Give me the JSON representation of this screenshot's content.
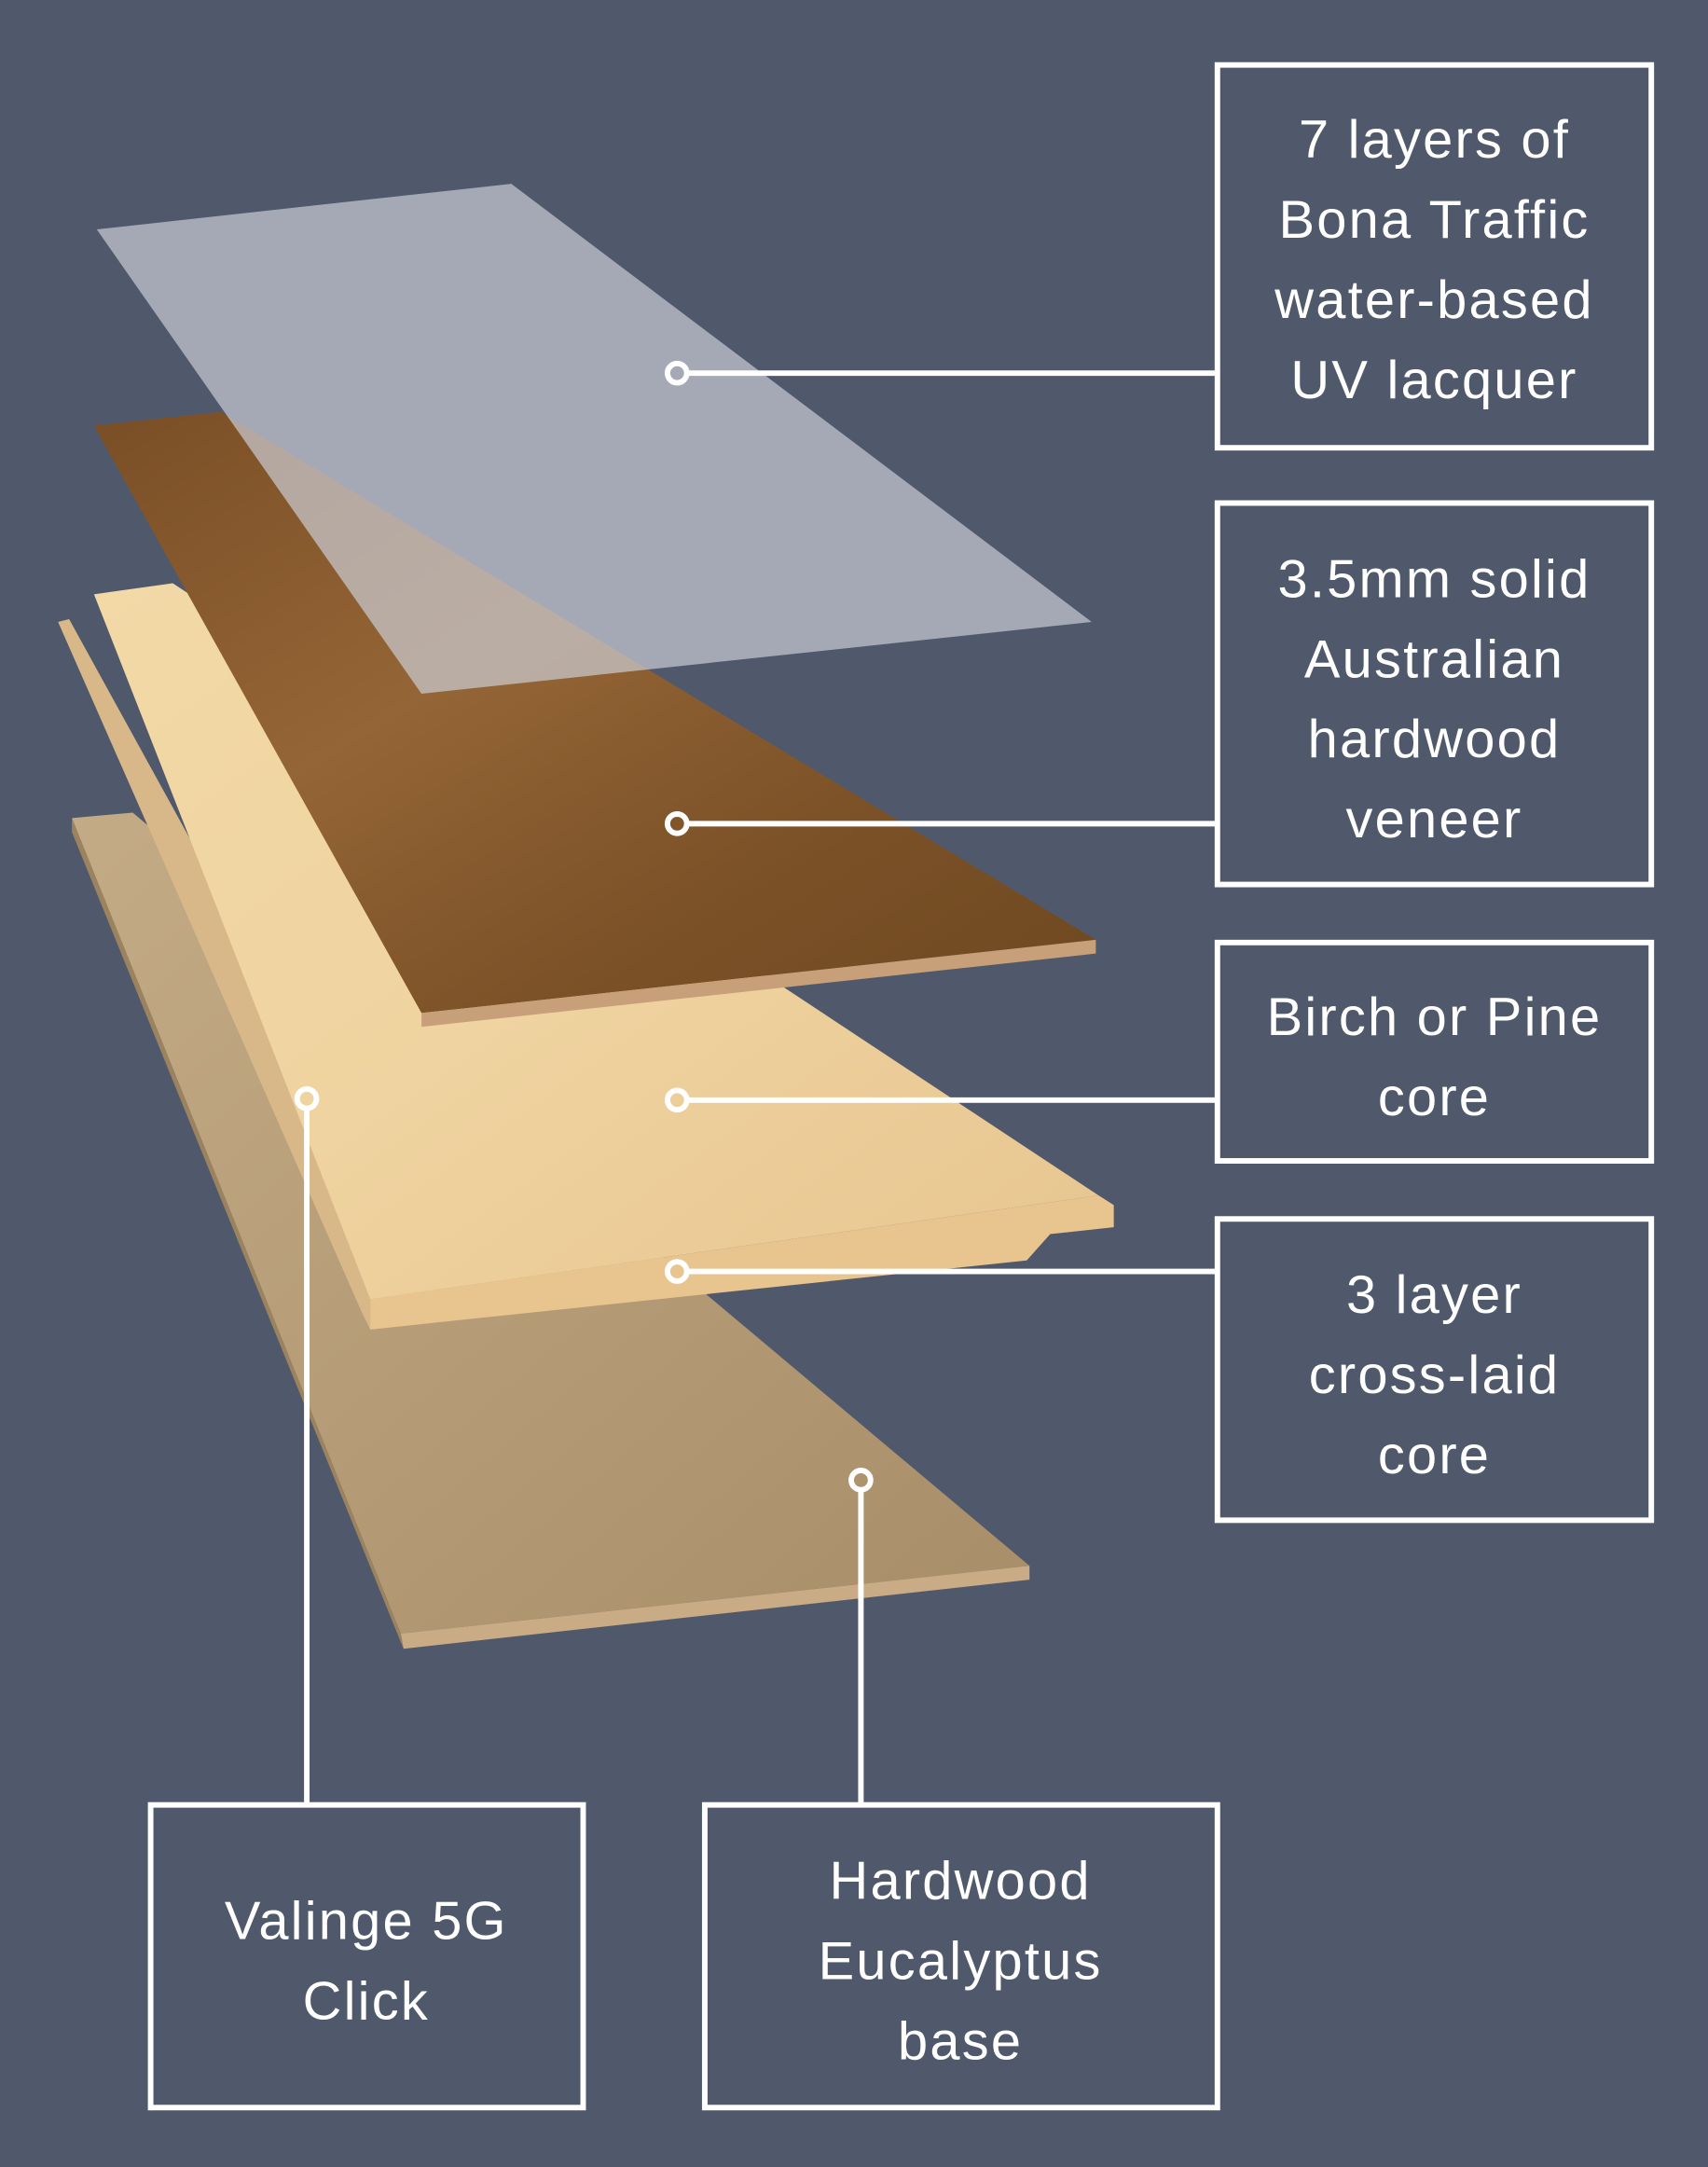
{
  "colors": {
    "background": "#4f596b",
    "line": "#ffffff"
  },
  "labels": {
    "lacquer": [
      "7 layers of",
      "Bona Traffic",
      "water-based",
      "UV lacquer"
    ],
    "veneer": [
      "3.5mm solid",
      "Australian",
      "hardwood",
      "veneer"
    ],
    "core": [
      "Birch or Pine",
      "core"
    ],
    "cross_laid": [
      "3 layer",
      "cross-laid",
      "core"
    ],
    "click": [
      "Valinge 5G",
      "Click"
    ],
    "base": [
      "Hardwood",
      "Eucalyptus",
      "base"
    ]
  }
}
